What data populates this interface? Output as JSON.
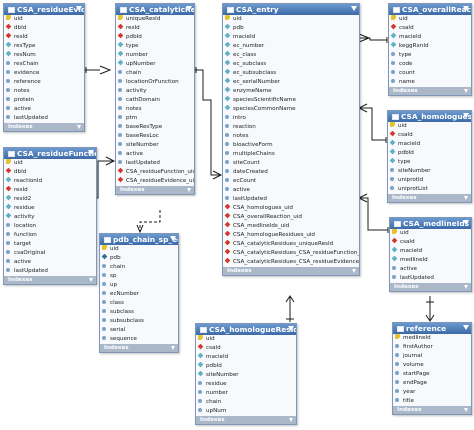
{
  "entities": [
    {
      "id": "residue_evidence",
      "title": "CSA_residueEvidence",
      "footer": "Indexes",
      "fields": [
        {
          "name": "uid",
          "kind": "key"
        },
        {
          "name": "dbId",
          "kind": "fk"
        },
        {
          "name": "resId",
          "kind": "fk"
        },
        {
          "name": "resType",
          "kind": "col"
        },
        {
          "name": "resNum",
          "kind": "col"
        },
        {
          "name": "resChain",
          "kind": "dot"
        },
        {
          "name": "evidence",
          "kind": "dot"
        },
        {
          "name": "reference",
          "kind": "dot"
        },
        {
          "name": "notes",
          "kind": "dot"
        },
        {
          "name": "protein",
          "kind": "dot"
        },
        {
          "name": "active",
          "kind": "dot"
        },
        {
          "name": "lastUpdated",
          "kind": "dot"
        }
      ]
    },
    {
      "id": "residue_function",
      "title": "CSA_residueFunction",
      "footer": "Indexes",
      "fields": [
        {
          "name": "uid",
          "kind": "key"
        },
        {
          "name": "dbId",
          "kind": "fk"
        },
        {
          "name": "reactionId",
          "kind": "col"
        },
        {
          "name": "resId",
          "kind": "fk"
        },
        {
          "name": "resid2",
          "kind": "col"
        },
        {
          "name": "residue",
          "kind": "col"
        },
        {
          "name": "activity",
          "kind": "col"
        },
        {
          "name": "location",
          "kind": "dot"
        },
        {
          "name": "function",
          "kind": "dot"
        },
        {
          "name": "target",
          "kind": "dot"
        },
        {
          "name": "csaOriginal",
          "kind": "dot"
        },
        {
          "name": "active",
          "kind": "dot"
        },
        {
          "name": "lastUpdated",
          "kind": "dot"
        }
      ]
    },
    {
      "id": "catalytic_residues",
      "title": "CSA_catalyticResidues",
      "footer": "Indexes",
      "fields": [
        {
          "name": "uniqueResId",
          "kind": "key"
        },
        {
          "name": "resId",
          "kind": "fk"
        },
        {
          "name": "pdbId",
          "kind": "fk"
        },
        {
          "name": "type",
          "kind": "col"
        },
        {
          "name": "number",
          "kind": "col"
        },
        {
          "name": "upNumber",
          "kind": "col"
        },
        {
          "name": "chain",
          "kind": "dot"
        },
        {
          "name": "locationOrFunction",
          "kind": "dot"
        },
        {
          "name": "activity",
          "kind": "dot"
        },
        {
          "name": "cathDomain",
          "kind": "dot"
        },
        {
          "name": "notes",
          "kind": "dot"
        },
        {
          "name": "ptm",
          "kind": "dot"
        },
        {
          "name": "baseResType",
          "kind": "dot"
        },
        {
          "name": "baseResLoc",
          "kind": "dot"
        },
        {
          "name": "siteNumber",
          "kind": "dot"
        },
        {
          "name": "active",
          "kind": "dot"
        },
        {
          "name": "lastUpdated",
          "kind": "dot"
        },
        {
          "name": "CSA_residueFunction_uid",
          "kind": "fk"
        },
        {
          "name": "CSA_residueEvidence_uid",
          "kind": "fk"
        }
      ]
    },
    {
      "id": "pdb_chain",
      "title": "pdb_chain_sp_ec",
      "footer": "Indexes",
      "fields": [
        {
          "name": "uid",
          "kind": "key"
        },
        {
          "name": "pdb",
          "kind": "nn"
        },
        {
          "name": "chain",
          "kind": "dot"
        },
        {
          "name": "sp",
          "kind": "dot"
        },
        {
          "name": "up",
          "kind": "dot"
        },
        {
          "name": "ecNumber",
          "kind": "dot"
        },
        {
          "name": "class",
          "kind": "dot"
        },
        {
          "name": "subclass",
          "kind": "dot"
        },
        {
          "name": "subsubclass",
          "kind": "dot"
        },
        {
          "name": "serial",
          "kind": "dot"
        },
        {
          "name": "sequence",
          "kind": "dot"
        }
      ]
    },
    {
      "id": "entry",
      "title": "CSA_entry",
      "footer": "Indexes",
      "fields": [
        {
          "name": "uid",
          "kind": "key"
        },
        {
          "name": "pdb",
          "kind": "col"
        },
        {
          "name": "macieId",
          "kind": "col"
        },
        {
          "name": "ec_number",
          "kind": "col"
        },
        {
          "name": "ec_class",
          "kind": "col"
        },
        {
          "name": "ec_subclass",
          "kind": "col"
        },
        {
          "name": "ec_subsubclass",
          "kind": "col"
        },
        {
          "name": "ec_serialNumber",
          "kind": "col"
        },
        {
          "name": "enzymeName",
          "kind": "col"
        },
        {
          "name": "speciesScientificName",
          "kind": "col"
        },
        {
          "name": "speciesCommonName",
          "kind": "col"
        },
        {
          "name": "intro",
          "kind": "dot"
        },
        {
          "name": "reaction",
          "kind": "dot"
        },
        {
          "name": "notes",
          "kind": "dot"
        },
        {
          "name": "bioactiveForm",
          "kind": "dot"
        },
        {
          "name": "multipleChains",
          "kind": "dot"
        },
        {
          "name": "siteCount",
          "kind": "dot"
        },
        {
          "name": "dateCreated",
          "kind": "dot"
        },
        {
          "name": "ecCount",
          "kind": "dot"
        },
        {
          "name": "active",
          "kind": "dot"
        },
        {
          "name": "lastUpdated",
          "kind": "dot"
        },
        {
          "name": "CSA_homologues_uid",
          "kind": "fk"
        },
        {
          "name": "CSA_overallReaction_uid",
          "kind": "fk"
        },
        {
          "name": "CSA_medlineIds_uid",
          "kind": "fk"
        },
        {
          "name": "CSA_homologueResidues_uid",
          "kind": "fk"
        },
        {
          "name": "CSA_catalyticResidues_uniqueResId",
          "kind": "fk"
        },
        {
          "name": "CSA_catalyticResidues_CSA_residueFunction_uid",
          "kind": "fk"
        },
        {
          "name": "CSA_catalyticResidues_CSA_residueEvidence_uid",
          "kind": "fk"
        }
      ]
    },
    {
      "id": "homologue_residues",
      "title": "CSA_homologueResidues",
      "footer": "Indexes",
      "fields": [
        {
          "name": "uid",
          "kind": "key"
        },
        {
          "name": "csaId",
          "kind": "fk"
        },
        {
          "name": "macieId",
          "kind": "col"
        },
        {
          "name": "pdbId",
          "kind": "col"
        },
        {
          "name": "siteNumber",
          "kind": "col"
        },
        {
          "name": "residue",
          "kind": "dot"
        },
        {
          "name": "number",
          "kind": "dot"
        },
        {
          "name": "chain",
          "kind": "dot"
        },
        {
          "name": "upNum",
          "kind": "dot"
        }
      ]
    },
    {
      "id": "overall_reaction",
      "title": "CSA_overallReaction",
      "footer": "Indexes",
      "fields": [
        {
          "name": "uid",
          "kind": "key"
        },
        {
          "name": "csaId",
          "kind": "fk"
        },
        {
          "name": "macieId",
          "kind": "col"
        },
        {
          "name": "keggRxnId",
          "kind": "col"
        },
        {
          "name": "type",
          "kind": "dot"
        },
        {
          "name": "code",
          "kind": "dot"
        },
        {
          "name": "count",
          "kind": "dot"
        },
        {
          "name": "name",
          "kind": "dot"
        }
      ]
    },
    {
      "id": "homologues",
      "title": "CSA_homologues",
      "footer": "Indexes",
      "fields": [
        {
          "name": "uid",
          "kind": "key"
        },
        {
          "name": "csaId",
          "kind": "fk"
        },
        {
          "name": "macieId",
          "kind": "col"
        },
        {
          "name": "pdbId",
          "kind": "col"
        },
        {
          "name": "type",
          "kind": "col"
        },
        {
          "name": "siteNumber",
          "kind": "dot"
        },
        {
          "name": "uniprotId",
          "kind": "dot"
        },
        {
          "name": "uniprotList",
          "kind": "dot"
        }
      ]
    },
    {
      "id": "medline_ids",
      "title": "CSA_medlineIds",
      "footer": "Indexes",
      "fields": [
        {
          "name": "uid",
          "kind": "key"
        },
        {
          "name": "csaId",
          "kind": "fk"
        },
        {
          "name": "macieId",
          "kind": "col"
        },
        {
          "name": "medlineId",
          "kind": "col"
        },
        {
          "name": "active",
          "kind": "dot"
        },
        {
          "name": "lastUpdated",
          "kind": "dot"
        }
      ]
    },
    {
      "id": "reference",
      "title": "reference",
      "footer": "Indexes",
      "fields": [
        {
          "name": "medlineId",
          "kind": "key"
        },
        {
          "name": "firstAuthor",
          "kind": "dot"
        },
        {
          "name": "journal",
          "kind": "dot"
        },
        {
          "name": "volume",
          "kind": "dot"
        },
        {
          "name": "startPage",
          "kind": "dot"
        },
        {
          "name": "endPage",
          "kind": "dot"
        },
        {
          "name": "year",
          "kind": "dot"
        },
        {
          "name": "title",
          "kind": "dot"
        }
      ]
    }
  ]
}
